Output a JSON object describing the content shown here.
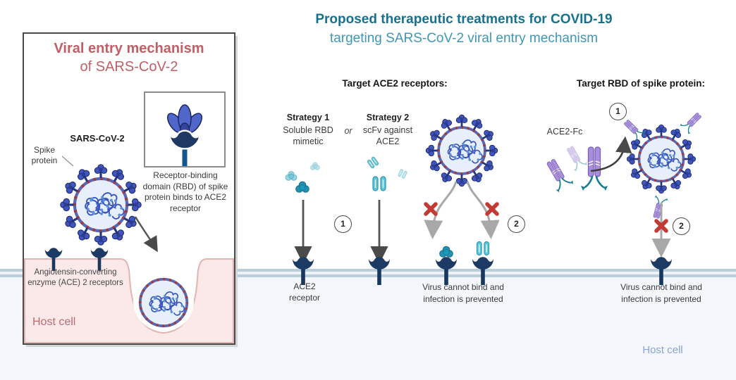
{
  "title": {
    "line1": "Proposed therapeutic treatments for COVID-19",
    "line2": "targeting SARS-CoV-2 viral entry mechanism"
  },
  "left_panel": {
    "title_line1": "Viral entry mechanism",
    "title_line2": "of SARS-CoV-2",
    "virus_label": "SARS-CoV-2",
    "spike_label": "Spike protein",
    "inset_caption": "Receptor-binding domain (RBD) of spike protein binds to ACE2 receptor",
    "receptor_label": "Angiotensin-converting enzyme (ACE) 2 receptors",
    "host_cell_label": "Host cell"
  },
  "ace2_section": {
    "heading": "Target ACE2 receptors:",
    "strategy1_title": "Strategy 1",
    "strategy1_desc": "Soluble RBD mimetic",
    "or_label": "or",
    "strategy2_title": "Strategy 2",
    "strategy2_desc": "scFv against ACE2",
    "step1": "1",
    "step2": "2",
    "receptor_label": "ACE2 receptor",
    "outcome": "Virus cannot bind and infection is prevented"
  },
  "rbd_section": {
    "heading": "Target RBD of spike protein:",
    "molecule_label": "ACE2-Fc",
    "step1": "1",
    "step2": "2",
    "outcome": "Virus cannot bind and infection is prevented",
    "host_cell_label": "Host cell"
  },
  "colors": {
    "title_bold": "#16718f",
    "title_light": "#3e97b5",
    "panel_title_red": "#c25e66",
    "host_cell_left_text": "#b96d72",
    "host_cell_right_text": "#8ca3d7",
    "virus_spike_blue": "#4156bd",
    "virus_ring_purple": "#5a68b4",
    "virus_membrane_marks_red": "#a83838",
    "ace2_receptor_navy": "#1c3a63",
    "rbd_mimetic_teal": "#2391b1",
    "scfv_cyan": "#5ec6db",
    "ace2fc_purple": "#a98fd8",
    "ace2fc_teal": "#177d92",
    "block_x_red": "#c23a33",
    "membrane_gray_blue": "#bccdda",
    "host_cell_fill_pink": "#fbe8e8",
    "host_cell_fill_blue": "#f3f7fb"
  }
}
